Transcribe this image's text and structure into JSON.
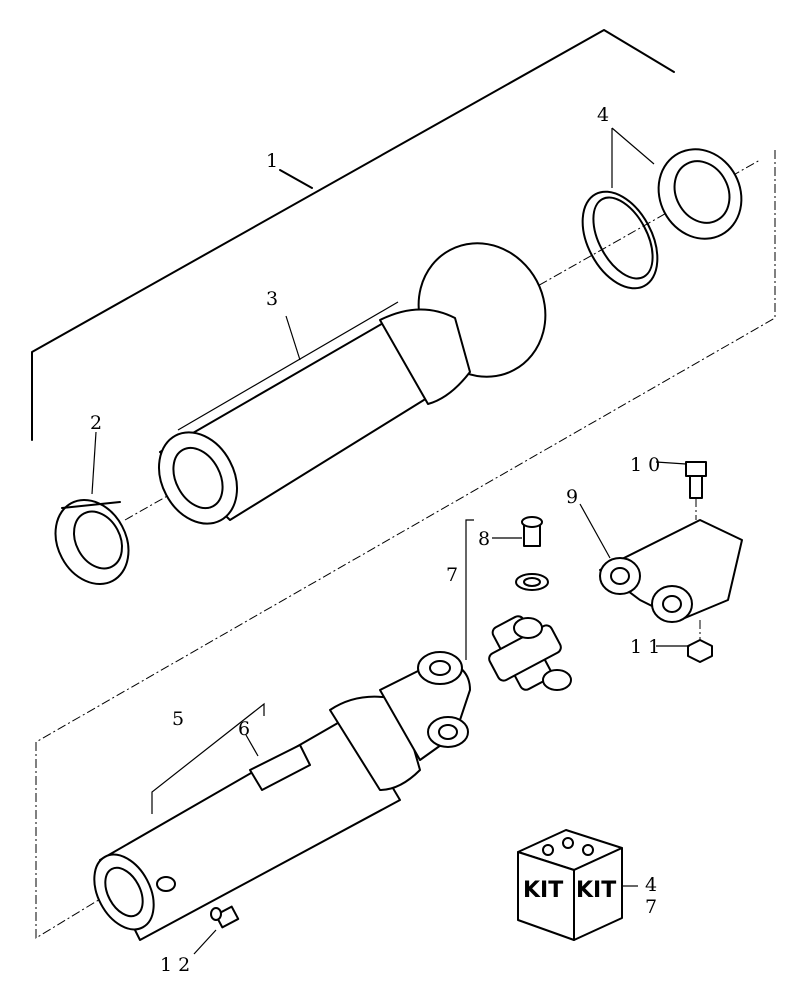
{
  "callouts": {
    "c1": "1",
    "c2": "2",
    "c3": "3",
    "c4_top": "4",
    "c5": "5",
    "c6": "6",
    "c7_left": "7",
    "c8": "8",
    "c9": "9",
    "c10": "1 0",
    "c11": "1 1",
    "c12": "1 2",
    "c4_kit": "4",
    "c7_kit": "7"
  },
  "kit": {
    "label_left": "KIT",
    "label_right": "KIT"
  },
  "colors": {
    "ink": "#000000",
    "paper": "#ffffff"
  }
}
